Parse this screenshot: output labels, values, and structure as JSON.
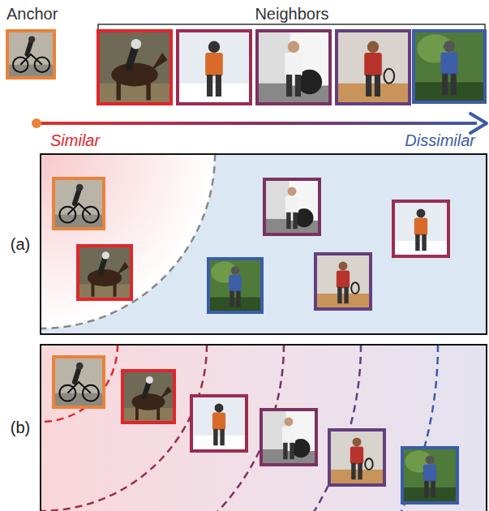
{
  "diagram": {
    "labels": [
      "Anchor",
      "Neighbors",
      "Similar",
      "Dissimilar",
      "(a)",
      "(b)"
    ]
  }
}
